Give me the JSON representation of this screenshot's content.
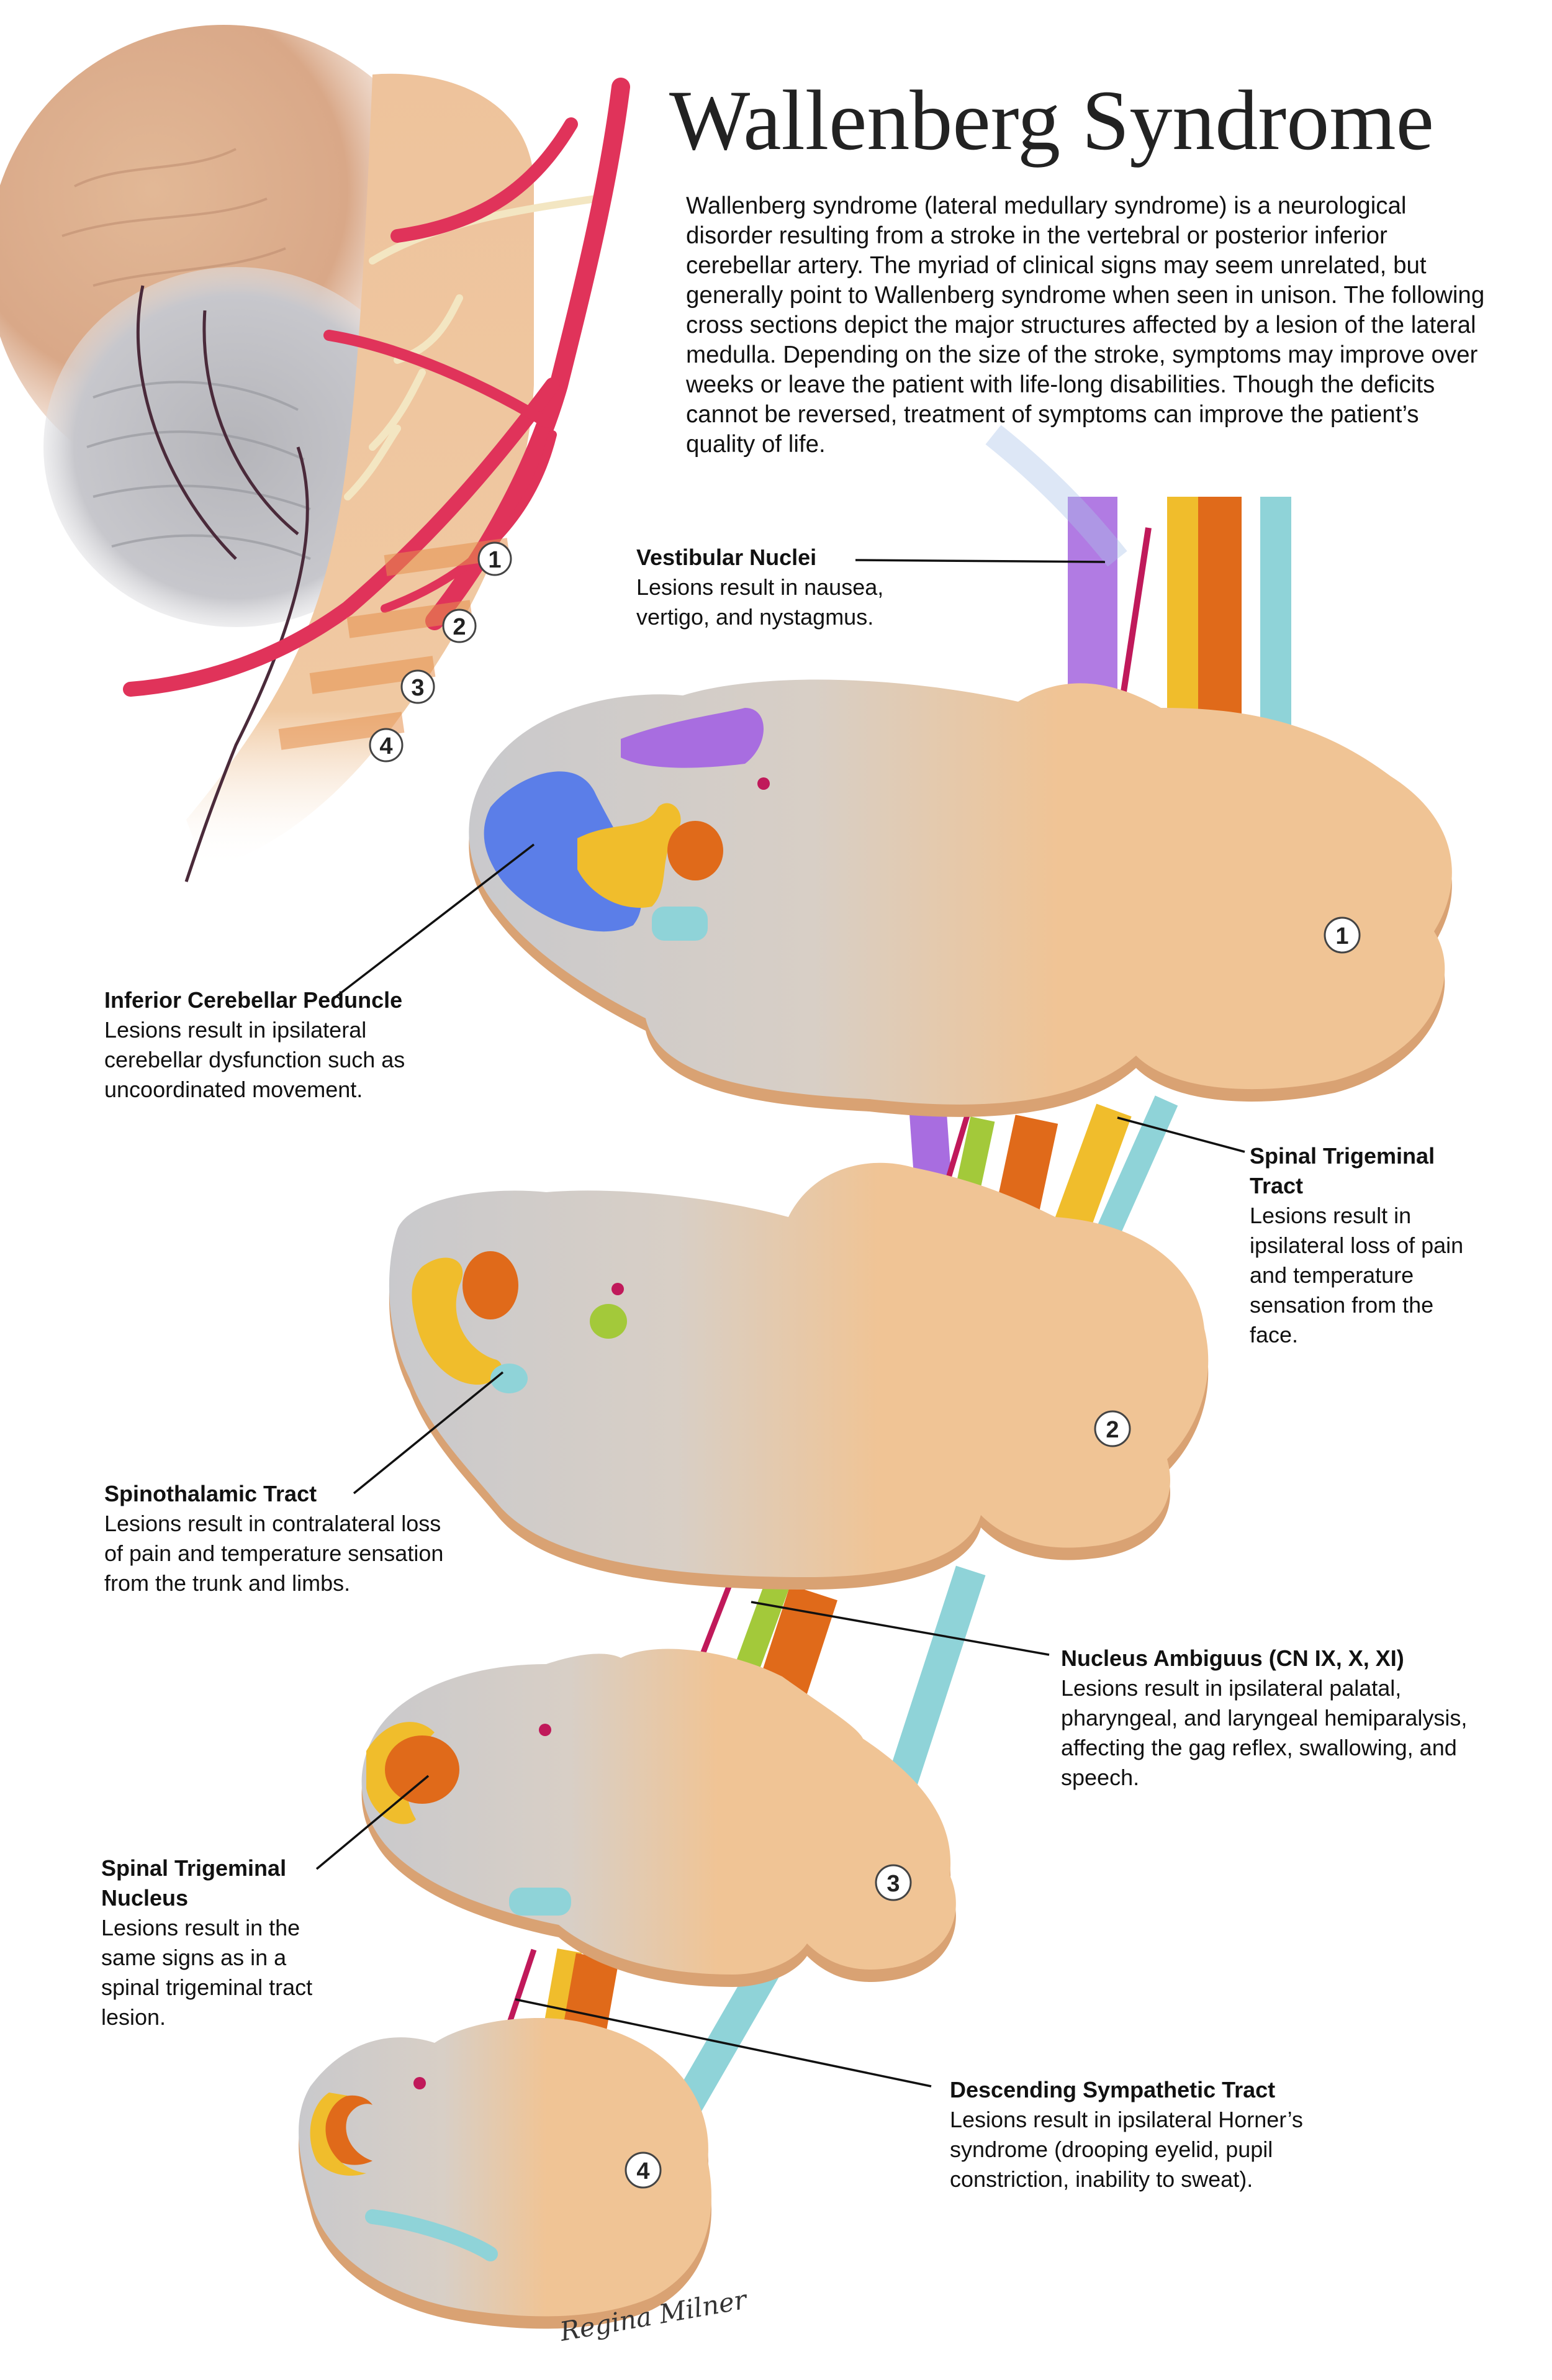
{
  "title": "Wallenberg Syndrome",
  "intro": "Wallenberg syndrome (lateral medullary syndrome) is a neurological disorder resulting from a stroke in the vertebral or posterior inferior cerebellar artery. The myriad of clinical signs may seem unrelated, but generally point to Wallenberg syndrome when seen in unison. The following cross sections depict the major structures affected by a lesion of the lateral medulla. Depending on the size of the stroke, symptoms may improve over weeks or leave the patient with life-long disabilities. Though the deficits cannot be reversed, treatment of symptoms can improve the patient’s quality of life.",
  "labels": {
    "vestibular": {
      "name": "Vestibular Nuclei",
      "desc": "Lesions result in nausea, vertigo, and nystagmus."
    },
    "icp": {
      "name": "Inferior Cerebellar Peduncle",
      "desc": "Lesions result in ipsilateral cerebellar dysfunction such as uncoordinated movement."
    },
    "stt": {
      "name": "Spinal Trigeminal Tract",
      "desc": "Lesions result in ipsilateral loss of pain and temperature sensation from the face."
    },
    "spinothalamic": {
      "name": "Spinothalamic Tract",
      "desc": "Lesions result in contralateral loss of pain and temperature sensation from the trunk and limbs."
    },
    "ambiguus": {
      "name": "Nucleus Ambiguus (CN IX, X, XI)",
      "desc": "Lesions result in ipsilateral palatal, pharyngeal, and laryngeal hemiparalysis, affecting the gag reflex, swallowing, and speech."
    },
    "stn": {
      "name": "Spinal Trigeminal Nucleus",
      "desc": "Lesions result in the same signs as in a spinal trigeminal tract lesion."
    },
    "sympathetic": {
      "name": "Descending Sympathetic Tract",
      "desc": "Lesions result in ipsilateral Horner’s syndrome (drooping eyelid, pupil constriction, inability to sweat)."
    }
  },
  "section_numbers": [
    "1",
    "2",
    "3",
    "4"
  ],
  "signature": "Regina Milner",
  "colors": {
    "tissue": "#f0c495",
    "tissue_edge": "#d9a273",
    "gray_region": "#c9c9cc",
    "vestibular": "#a86de0",
    "icp": "#5b7ee8",
    "trigeminal_tract": "#f0bd2c",
    "trigeminal_nucleus": "#e06a1a",
    "spinothalamic": "#8fd3d8",
    "ambiguus": "#a3c93a",
    "sympathetic": "#c0195a",
    "artery": "#e0335a"
  }
}
